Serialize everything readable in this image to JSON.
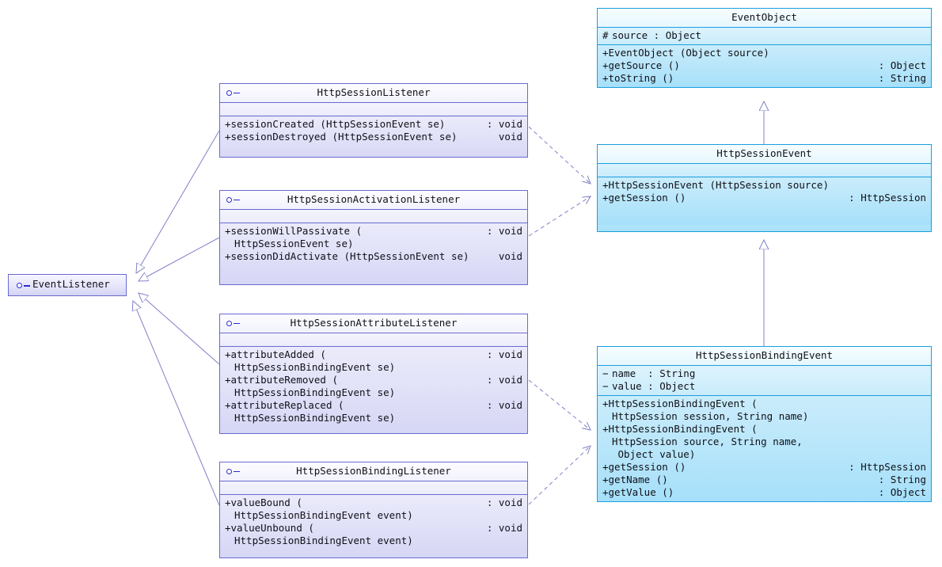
{
  "diagram": {
    "type": "uml-class-diagram",
    "background": "#ffffff",
    "interface_color": "#d8d8f6",
    "class_color": "#a9e2fa",
    "line_color": "#8080c8"
  },
  "nodes": {
    "event_listener": {
      "name": "EventListener",
      "stereotype": "interface",
      "icon": "interface-lollipop-icon"
    },
    "event_object": {
      "name": "EventObject",
      "stereotype": "class",
      "attributes": [
        {
          "vis": "#",
          "text": "source : Object"
        }
      ],
      "operations": [
        {
          "vis": "+",
          "left": "EventObject (Object source)",
          "right": ""
        },
        {
          "vis": "+",
          "left": "getSource ()",
          "right": ": Object"
        },
        {
          "vis": "+",
          "left": "toString ()",
          "right": ": String"
        }
      ]
    },
    "http_session_event": {
      "name": "HttpSessionEvent",
      "stereotype": "class",
      "attributes": [],
      "operations": [
        {
          "vis": "+",
          "left": "HttpSessionEvent (HttpSession source)",
          "right": ""
        },
        {
          "vis": "+",
          "left": "getSession ()",
          "right": ": HttpSession"
        }
      ]
    },
    "http_session_binding_event": {
      "name": "HttpSessionBindingEvent",
      "stereotype": "class",
      "attributes": [
        {
          "vis": "−",
          "text": "name  : String"
        },
        {
          "vis": "−",
          "text": "value : Object"
        }
      ],
      "operations": [
        {
          "vis": "+",
          "left": "HttpSessionBindingEvent (",
          "right": "",
          "cont": [
            "HttpSession session, String name)"
          ]
        },
        {
          "vis": "+",
          "left": "HttpSessionBindingEvent (",
          "right": "",
          "cont": [
            "HttpSession source, String name,",
            " Object value)"
          ]
        },
        {
          "vis": "+",
          "left": "getSession ()",
          "right": ": HttpSession"
        },
        {
          "vis": "+",
          "left": "getName ()",
          "right": ": String"
        },
        {
          "vis": "+",
          "left": "getValue ()",
          "right": ": Object"
        }
      ]
    },
    "http_session_listener": {
      "name": "HttpSessionListener",
      "stereotype": "interface",
      "icon": "interface-lollipop-icon",
      "operations": [
        {
          "vis": "+",
          "left": "sessionCreated (HttpSessionEvent se)",
          "right": ": void"
        },
        {
          "vis": "+",
          "left": "sessionDestroyed (HttpSessionEvent se)",
          "right": "void"
        }
      ]
    },
    "http_session_activation_listener": {
      "name": "HttpSessionActivationListener",
      "stereotype": "interface",
      "icon": "interface-lollipop-icon",
      "operations": [
        {
          "vis": "+",
          "left": "sessionWillPassivate (",
          "right": ": void",
          "cont": [
            "HttpSessionEvent se)"
          ]
        },
        {
          "vis": "+",
          "left": "sessionDidActivate (HttpSessionEvent se)",
          "right": "void"
        }
      ]
    },
    "http_session_attribute_listener": {
      "name": "HttpSessionAttributeListener",
      "stereotype": "interface",
      "icon": "interface-lollipop-icon",
      "operations": [
        {
          "vis": "+",
          "left": "attributeAdded (",
          "right": ": void",
          "cont": [
            "HttpSessionBindingEvent se)"
          ]
        },
        {
          "vis": "+",
          "left": "attributeRemoved (",
          "right": ": void",
          "cont": [
            "HttpSessionBindingEvent se)"
          ]
        },
        {
          "vis": "+",
          "left": "attributeReplaced (",
          "right": ": void",
          "cont": [
            "HttpSessionBindingEvent se)"
          ]
        }
      ]
    },
    "http_session_binding_listener": {
      "name": "HttpSessionBindingListener",
      "stereotype": "interface",
      "icon": "interface-lollipop-icon",
      "operations": [
        {
          "vis": "+",
          "left": "valueBound (",
          "right": ": void",
          "cont": [
            "HttpSessionBindingEvent event)"
          ]
        },
        {
          "vis": "+",
          "left": "valueUnbound (",
          "right": ": void",
          "cont": [
            "HttpSessionBindingEvent event)"
          ]
        }
      ]
    }
  },
  "edges": [
    {
      "from": "HttpSessionListener",
      "to": "EventListener",
      "kind": "generalization"
    },
    {
      "from": "HttpSessionActivationListener",
      "to": "EventListener",
      "kind": "generalization"
    },
    {
      "from": "HttpSessionAttributeListener",
      "to": "EventListener",
      "kind": "generalization"
    },
    {
      "from": "HttpSessionBindingListener",
      "to": "EventListener",
      "kind": "generalization"
    },
    {
      "from": "HttpSessionEvent",
      "to": "EventObject",
      "kind": "generalization"
    },
    {
      "from": "HttpSessionBindingEvent",
      "to": "HttpSessionEvent",
      "kind": "generalization"
    },
    {
      "from": "HttpSessionListener",
      "to": "HttpSessionEvent",
      "kind": "dependency"
    },
    {
      "from": "HttpSessionActivationListener",
      "to": "HttpSessionEvent",
      "kind": "dependency"
    },
    {
      "from": "HttpSessionAttributeListener",
      "to": "HttpSessionBindingEvent",
      "kind": "dependency"
    },
    {
      "from": "HttpSessionBindingListener",
      "to": "HttpSessionBindingEvent",
      "kind": "dependency"
    }
  ]
}
